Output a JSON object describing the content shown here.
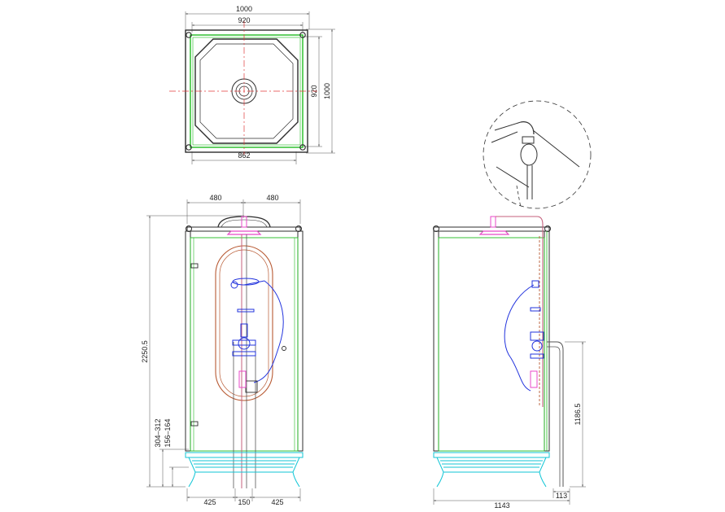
{
  "colors": {
    "frame": "#2d2d2d",
    "glass": "#22bb22",
    "center_line": "#e23b3b",
    "tray": "#12c6d6",
    "water_pipe": "#b85a33",
    "riser": "#c4607c",
    "shower_head": "#e84ac8",
    "mixer": "#2233dd"
  },
  "top_view": {
    "dims": {
      "overall_width": "1000",
      "inner_width": "920",
      "inner_depth": "920",
      "overall_depth": "1000",
      "bottom_width": "862"
    }
  },
  "front_view": {
    "dims": {
      "half_width_left": "480",
      "half_width_right": "480",
      "height": "2250.5",
      "outlet_height_range": "304–312",
      "inlet_height_range": "156–164",
      "foot_left": "425",
      "foot_center": "150",
      "foot_right": "425"
    }
  },
  "side_view": {
    "dims": {
      "pipe_height": "1186.5",
      "overall_depth": "1143",
      "pipe_offset": "113"
    }
  }
}
